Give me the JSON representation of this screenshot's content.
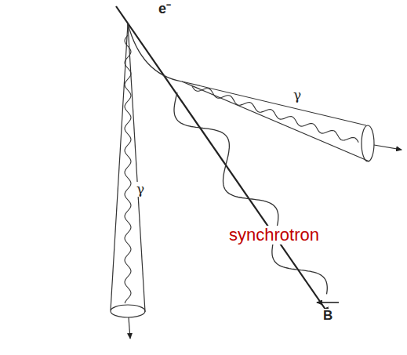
{
  "diagram": {
    "labels": [
      "e⁻",
      "γ",
      "γ",
      "synchrotron",
      "B"
    ]
  }
}
